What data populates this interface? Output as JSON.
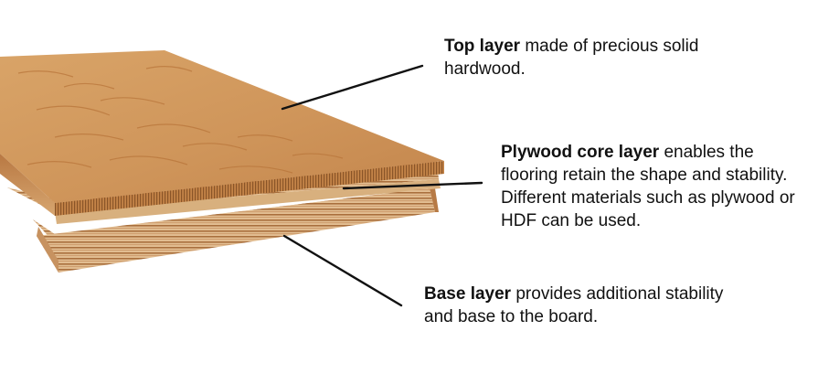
{
  "callouts": {
    "top_layer": {
      "title": "Top layer",
      "text": " made of precious solid hardwood."
    },
    "core_layer": {
      "title": "Plywood core layer",
      "text": " enables the flooring retain the shape and stability. Different materials such as plywood or HDF can be used."
    },
    "base_layer": {
      "title": "Base layer",
      "text": " provides additional stability and base to the board."
    }
  },
  "colors": {
    "veneer_top": "#d39a60",
    "veneer_side": "#c2834a",
    "ply_light": "#e6c49a",
    "ply_dark": "#a9703e",
    "leader_line": "#111111",
    "text": "#111111"
  },
  "icons": {
    "board": "engineered-wood-plank-illustration"
  }
}
